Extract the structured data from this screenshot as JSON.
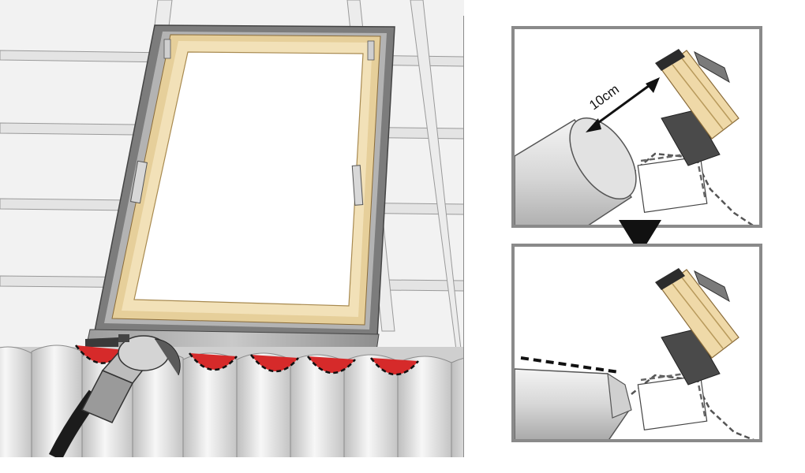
{
  "diagram": {
    "left_panel": {
      "window": "roof-window",
      "roofing": "corrugated-sheet",
      "tool": "angle-grinder",
      "cut_marks": 5
    },
    "detail_top": {
      "dimension_label": "10cm"
    },
    "detail_bottom": {
      "cut_line": "dashed"
    },
    "arrow_icon": "down-triangle-icon",
    "colors": {
      "cut_mark": "#d62a2a",
      "frame_wood": "#efd9a8",
      "frame_metal": "#8c8c8c",
      "panel_border": "#8a8a8a",
      "roof_sheet": "#dcdcdc"
    }
  }
}
